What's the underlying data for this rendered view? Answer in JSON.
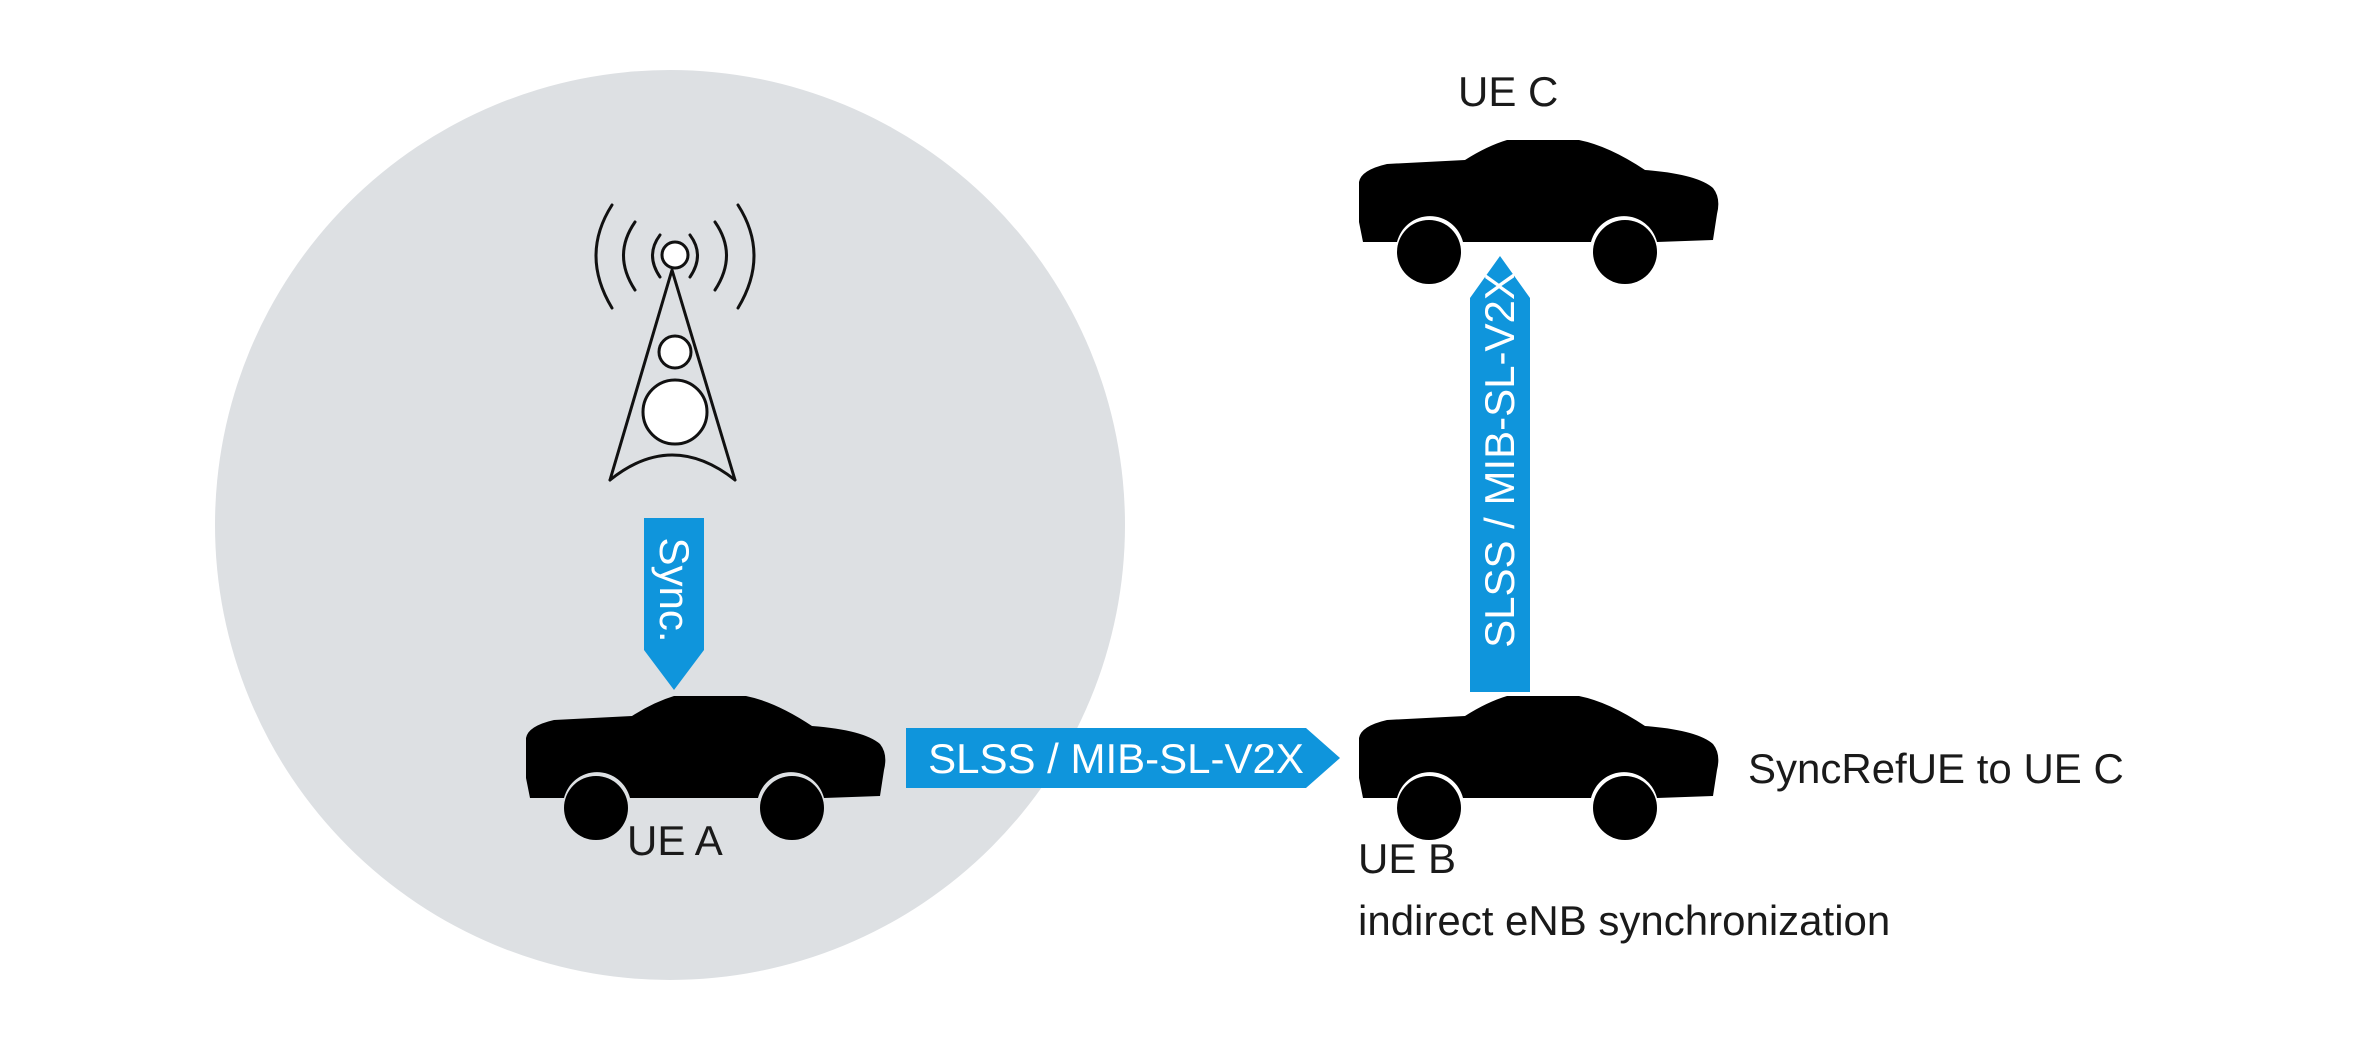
{
  "colors": {
    "coverage": "#dde0e3",
    "arrow": "#0f95dc",
    "stroke": "#111111"
  },
  "icons": {
    "tower": "base-station-tower-icon",
    "car": "car-icon"
  },
  "labels": {
    "ue_a": "UE A",
    "ue_b": "UE B",
    "ue_b_desc": "indirect eNB synchronization",
    "ue_c": "UE C",
    "syncref": "SyncRefUE to UE C"
  },
  "arrows": {
    "sync": "Sync.",
    "a_to_b": "SLSS / MIB-SL-V2X",
    "b_to_c": "SLSS / MIB-SL-V2X"
  }
}
